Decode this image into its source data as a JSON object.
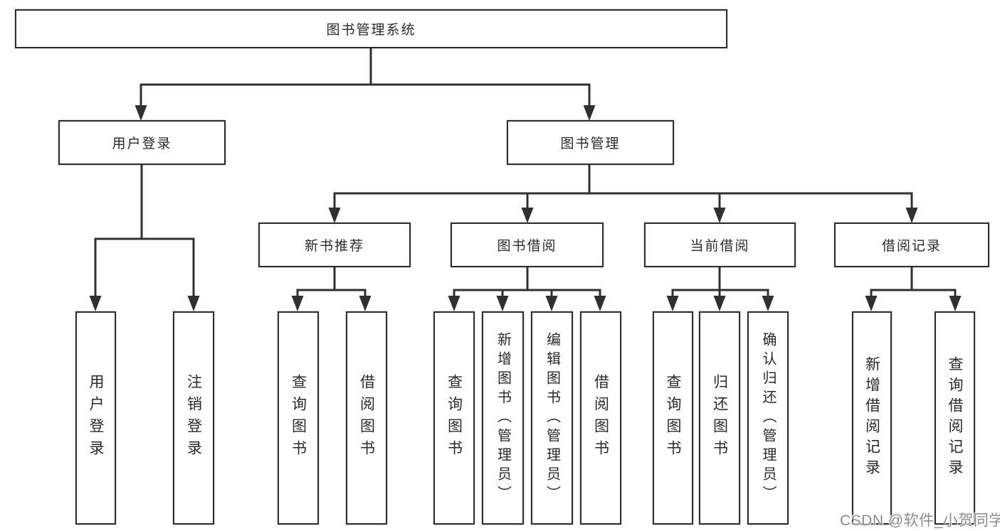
{
  "diagram_type": "tree",
  "nodes": {
    "root": {
      "label": "图书管理系统"
    },
    "user_login": {
      "label": "用户登录"
    },
    "book_mgmt": {
      "label": "图书管理"
    },
    "new_book_rec": {
      "label": "新书推荐"
    },
    "book_borrow": {
      "label": "图书借阅"
    },
    "current_borrow": {
      "label": "当前借阅"
    },
    "borrow_record": {
      "label": "借阅记录"
    },
    "ul_login": {
      "label": "用户登录"
    },
    "ul_logout": {
      "label": "注销登录"
    },
    "nb_query": {
      "label": "查询图书"
    },
    "nb_borrow": {
      "label": "借阅图书"
    },
    "bb_query": {
      "label": "查询图书"
    },
    "bb_add": {
      "label": "新增图书（管理员）"
    },
    "bb_edit": {
      "label": "编辑图书（管理员）"
    },
    "bb_borrow": {
      "label": "借阅图书"
    },
    "cb_query": {
      "label": "查询图书"
    },
    "cb_return": {
      "label": "归还图书"
    },
    "cb_confirm": {
      "label": "确认归还（管理员）"
    },
    "br_add": {
      "label": "新增借阅记录"
    },
    "br_query": {
      "label": "查询借阅记录"
    }
  },
  "hierarchy": {
    "图书管理系统": {
      "用户登录": [
        "用户登录",
        "注销登录"
      ],
      "图书管理": {
        "新书推荐": [
          "查询图书",
          "借阅图书"
        ],
        "图书借阅": [
          "查询图书",
          "新增图书（管理员）",
          "编辑图书（管理员）",
          "借阅图书"
        ],
        "当前借阅": [
          "查询图书",
          "归还图书",
          "确认归还（管理员）"
        ],
        "借阅记录": [
          "新增借阅记录",
          "查询借阅记录"
        ]
      }
    }
  },
  "watermark": {
    "text": "CSDN @软件_小贺同学"
  },
  "colors": {
    "background": "#ffffff",
    "line": "#303030",
    "box_border": "#2e2e2e",
    "text": "#2a2a2a",
    "watermark_text": "#7a7676"
  }
}
